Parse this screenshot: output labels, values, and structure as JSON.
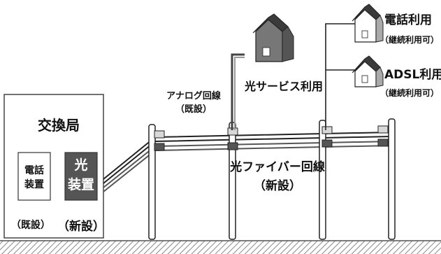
{
  "exchange": {
    "title": "交換局",
    "phone_device_line1": "電話",
    "phone_device_line2": "装置",
    "optical_device_line1": "光",
    "optical_device_line2": "装置",
    "existing_label": "（既設）",
    "new_label": "（新設）"
  },
  "lines": {
    "analog_line1": "アナログ回線",
    "analog_line2": "（既設）",
    "fiber_line1": "光ファイバー回線",
    "fiber_line2": "（新設）"
  },
  "houses": {
    "optical_service": "光サービス利用",
    "phone_title": "電話利用",
    "phone_sub": "（継続利用可）",
    "adsl_title": "ADSL利用",
    "adsl_sub": "（継続利用可）"
  },
  "colors": {
    "optical_device": "#555555",
    "house_roof": "#3a3a3a",
    "house_wall": "#777777",
    "ground_hatch": "#777777"
  }
}
